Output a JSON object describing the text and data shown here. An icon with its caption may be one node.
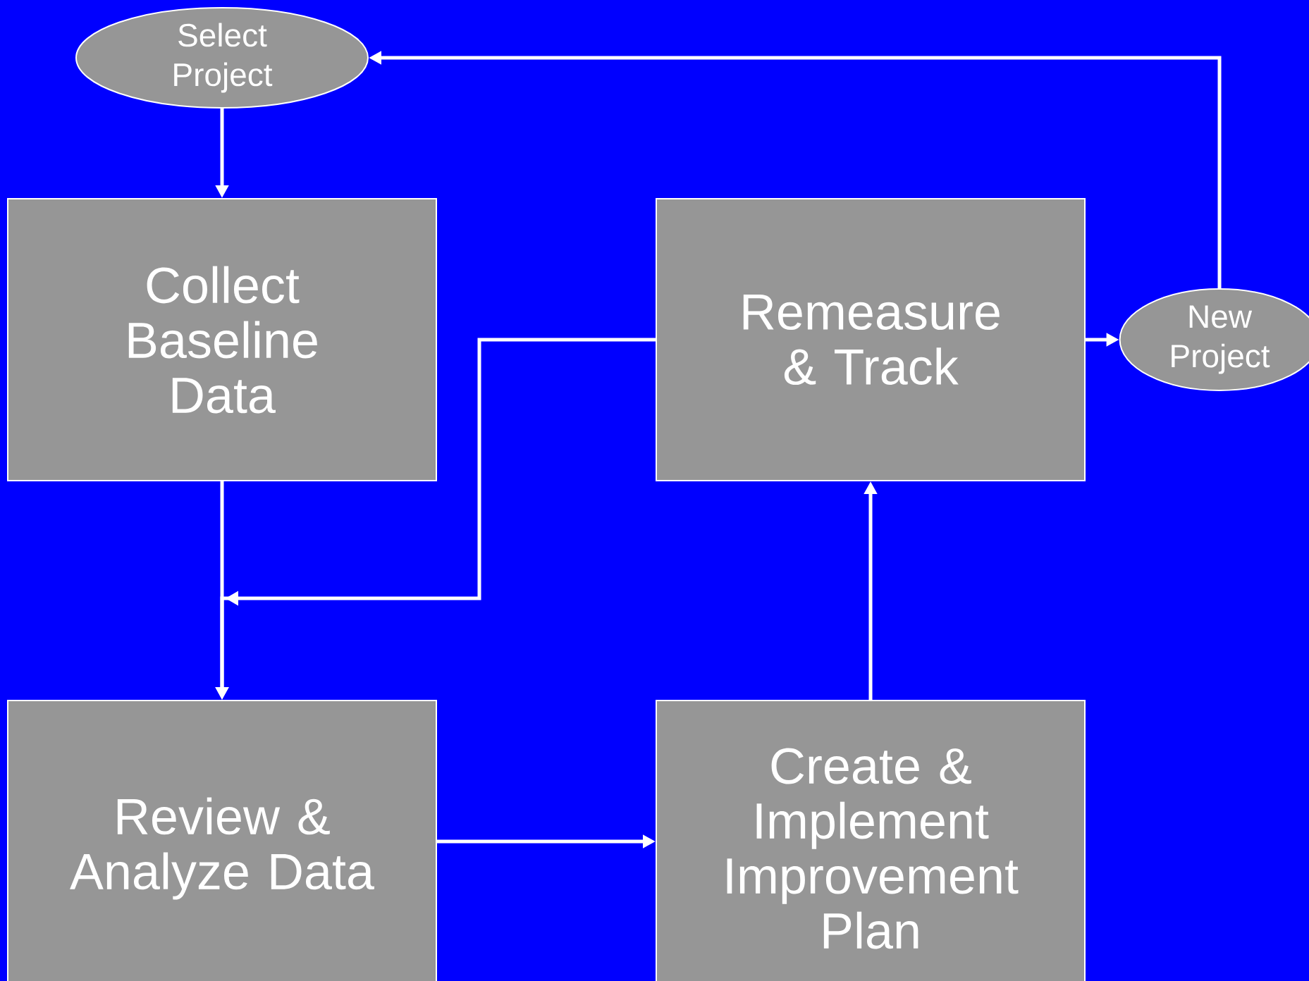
{
  "diagram": {
    "nodes": [
      {
        "text": [
          "Select Project"
        ]
      },
      {
        "text": [
          "Collect Baseline Data"
        ]
      },
      {
        "text": [
          "Remeasure & Track"
        ]
      },
      {
        "text": [
          "New Project"
        ]
      },
      {
        "text": [
          "Review & Analyze Data"
        ]
      },
      {
        "text": [
          "Create & Implement Improvement Plan"
        ]
      }
    ],
    "edges": [
      {
        "from": 0,
        "to": 1,
        "arrow": "to"
      },
      {
        "from": 1,
        "to": 4,
        "arrow": "to"
      },
      {
        "from": 2,
        "to": 4,
        "arrow": "to"
      },
      {
        "from": 4,
        "to": 5,
        "arrow": "to"
      },
      {
        "from": 5,
        "to": 2,
        "arrow": "to"
      },
      {
        "from": 2,
        "to": 3,
        "arrow": "to"
      },
      {
        "from": 3,
        "to": 0,
        "arrow": "to"
      }
    ]
  }
}
